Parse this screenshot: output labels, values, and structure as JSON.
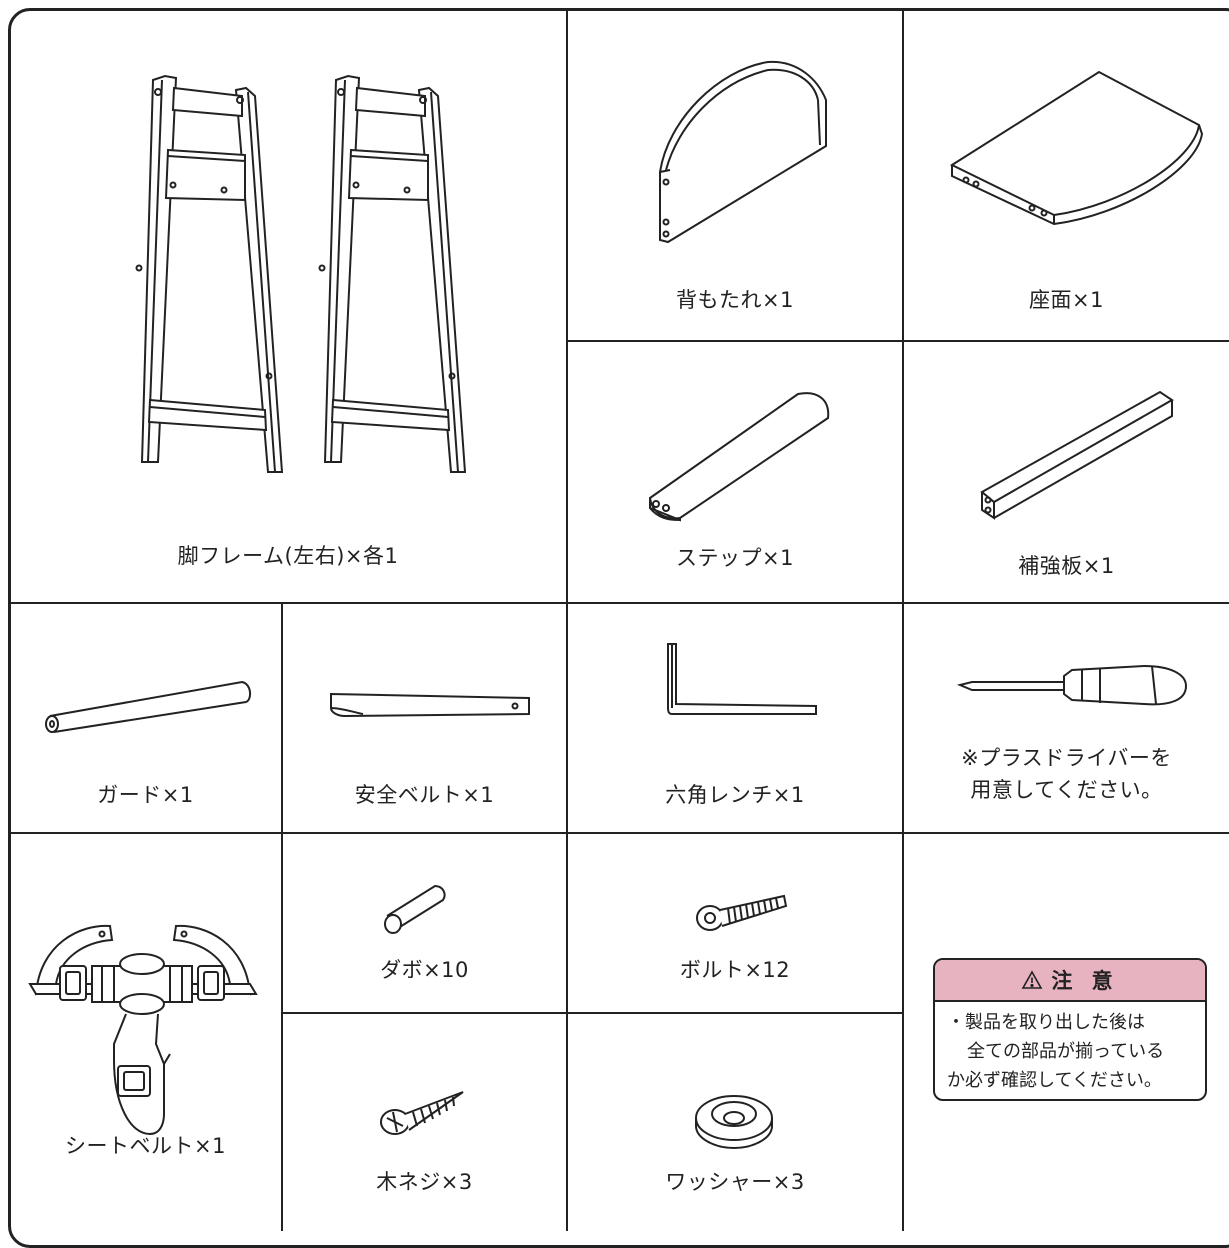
{
  "parts": {
    "leg_frame": "脚フレーム(左右)×各1",
    "backrest": "背もたれ×1",
    "seat": "座面×1",
    "step": "ステップ×1",
    "reinforcement": "補強板×1",
    "guard": "ガード×1",
    "safety_belt": "安全ベルト×1",
    "hex_wrench": "六角レンチ×1",
    "screwdriver_note_line1": "※プラスドライバーを",
    "screwdriver_note_line2": "用意してください。",
    "seat_belt": "シートベルト×1",
    "dowel": "ダボ×10",
    "bolt": "ボルト×12",
    "wood_screw": "木ネジ×3",
    "washer": "ワッシャー×3"
  },
  "caution": {
    "icon": "warning-triangle-icon",
    "title": "注 意",
    "line1": "・製品を取り出した後は",
    "line2": "全ての部品が揃っている",
    "line3": "か必ず確認してください。",
    "header_color": "#e8b3c0"
  }
}
